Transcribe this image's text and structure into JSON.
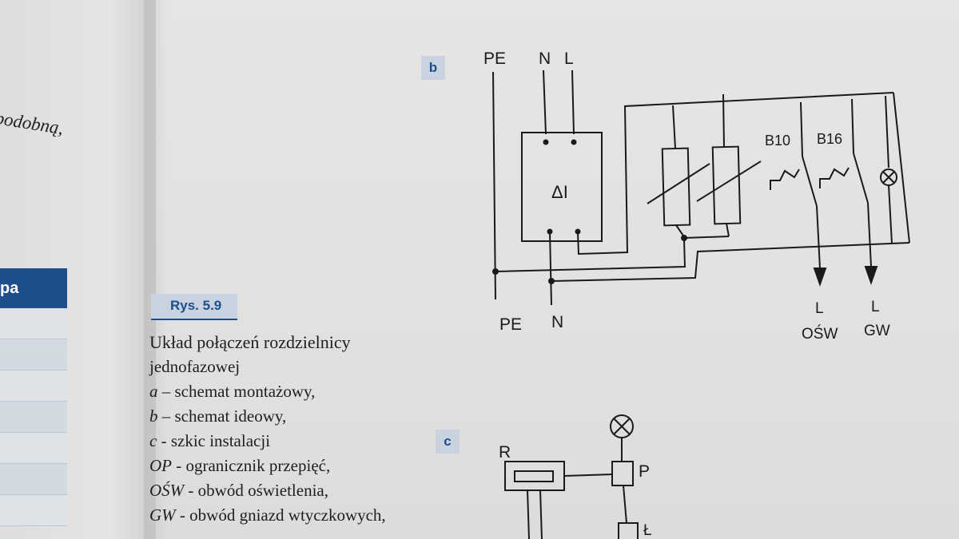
{
  "left_page": {
    "fragment": "podobną,",
    "table_header": "pa"
  },
  "figure_b": {
    "label": "b",
    "top_labels": {
      "pe": "PE",
      "n": "N",
      "l": "L"
    },
    "bottom_labels": {
      "pe": "PE",
      "n": "N"
    },
    "rcd_symbol": "ΔI",
    "breakers": [
      "B10",
      "B16"
    ],
    "outputs": [
      {
        "line": "L",
        "name": "OŚW"
      },
      {
        "line": "L",
        "name": "GW"
      }
    ]
  },
  "caption": {
    "rys": "Rys. 5.9",
    "title_line1": "Układ połączeń rozdzielnicy",
    "title_line2": "jednofazowej",
    "items": [
      {
        "key": "a",
        "text": " – schemat montażowy,"
      },
      {
        "key": "b",
        "text": " – schemat ideowy,"
      },
      {
        "key": "c",
        "text": " - szkic instalacji"
      },
      {
        "key": "OP",
        "text": " - ogranicznik przepięć,"
      },
      {
        "key": "OŚW",
        "text": " - obwód oświetlenia,"
      },
      {
        "key": "GW",
        "text": " - obwód gniazd wtyczkowych,"
      }
    ]
  },
  "figure_c": {
    "label": "c",
    "r_label": "R",
    "p_label": "P",
    "l_label": "Ł"
  }
}
